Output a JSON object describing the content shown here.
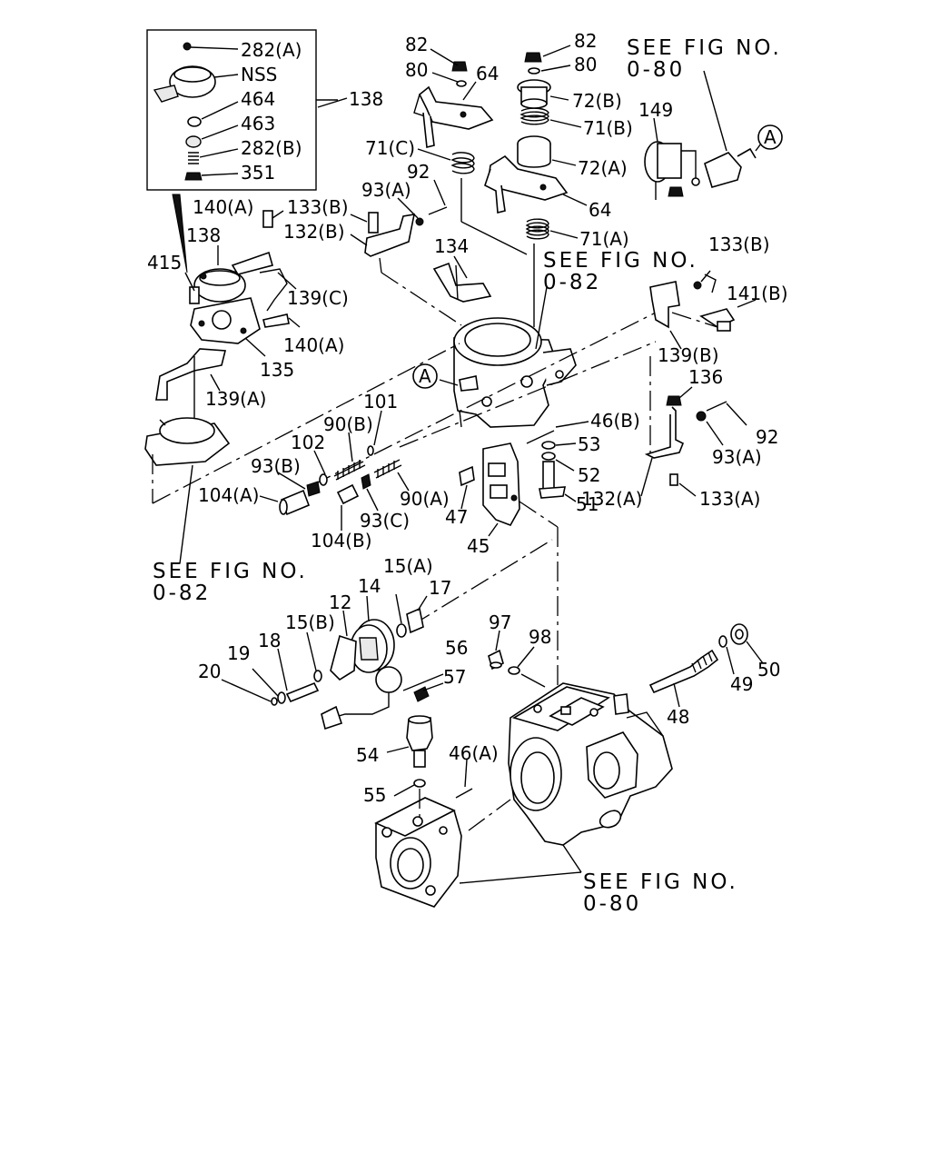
{
  "diagram": {
    "callout": "A",
    "inset_labels": [
      "282(A)",
      "NSS",
      "464",
      "463",
      "282(B)",
      "351"
    ],
    "labels": {
      "l138_top": "138",
      "l140A_top": "140(A)",
      "l138_mid": "138",
      "l415": "415",
      "l139C": "139(C)",
      "l140A_mid": "140(A)",
      "l135": "135",
      "l139A": "139(A)",
      "l82_left": "82",
      "l80_left": "80",
      "l64_top": "64",
      "l71C": "71(C)",
      "l82_right": "82",
      "l80_right": "80",
      "l72B": "72(B)",
      "l71B": "71(B)",
      "l72A": "72(A)",
      "l64_mid": "64",
      "l71A": "71(A)",
      "l92_top": "92",
      "l93A_top": "93(A)",
      "l133B_left": "133(B)",
      "l132B": "132(B)",
      "l134": "134",
      "l149": "149",
      "l133B_right": "133(B)",
      "l141B": "141(B)",
      "l139B": "139(B)",
      "l136": "136",
      "l92_right": "92",
      "l93A_right": "93(A)",
      "l132A": "132(A)",
      "l133A": "133(A)",
      "l101": "101",
      "l90B": "90(B)",
      "l102": "102",
      "l93B": "93(B)",
      "l104A": "104(A)",
      "l104B": "104(B)",
      "l93C": "93(C)",
      "l90A": "90(A)",
      "l46B": "46(B)",
      "l53": "53",
      "l52": "52",
      "l51": "51",
      "l47": "47",
      "l45": "45",
      "l15A": "15(A)",
      "l17": "17",
      "l14": "14",
      "l12": "12",
      "l15B": "15(B)",
      "l18": "18",
      "l19": "19",
      "l20": "20",
      "l56": "56",
      "l57": "57",
      "l54": "54",
      "l55": "55",
      "l46A": "46(A)",
      "l97": "97",
      "l98": "98",
      "l48": "48",
      "l49": "49",
      "l50": "50"
    },
    "refs": {
      "r1_line1": "SEE FIG NO.",
      "r1_line2": "0-80",
      "r2_line1": "SEE FIG NO.",
      "r2_line2": "0-82",
      "r3_line1": "SEE FIG NO.",
      "r3_line2": "0-82",
      "r4_line1": "SEE FIG NO.",
      "r4_line2": "0-80"
    }
  }
}
